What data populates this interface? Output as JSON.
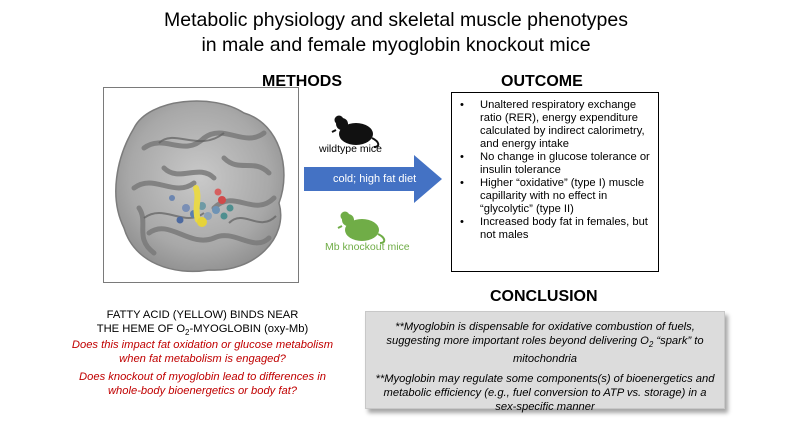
{
  "title": {
    "line1": "Metabolic physiology and skeletal muscle phenotypes",
    "line2": "in male and female myoglobin knockout mice"
  },
  "methods": {
    "heading": "METHODS",
    "wildtype_label": "wildtype mice",
    "arrow_label": "cold; high fat diet",
    "knockout_label": "Mb knockout mice",
    "caption_line1": "FATTY ACID (YELLOW) BINDS NEAR",
    "caption_line2_pre": "THE HEME OF O",
    "caption_line2_sub": "2",
    "caption_line2_post": "-MYOGLOBIN (oxy-Mb)",
    "question1": "Does this impact fat oxidation or glucose metabolism when fat metabolism is engaged?",
    "question2": "Does knockout of myoglobin lead to differences in whole-body bioenergetics or body fat?"
  },
  "outcome": {
    "heading": "OUTCOME",
    "items": [
      "Unaltered respiratory exchange ratio (RER), energy expenditure calculated by indirect calorimetry, and energy intake",
      "No change in glucose tolerance or insulin tolerance",
      "Higher “oxidative” (type I) muscle capillarity with no effect in “glycolytic” (type II)",
      "Increased body fat in females, but not males"
    ]
  },
  "conclusion": {
    "heading": "CONCLUSION",
    "p1_pre": "**Myoglobin is dispensable for oxidative combustion of fuels, suggesting more important roles beyond delivering O",
    "p1_sub": "2",
    "p1_post": " “spark” to mitochondria",
    "p2": "**Myoglobin may regulate some components(s) of bioenergetics and metabolic efficiency (e.g., fuel conversion to ATP vs. storage) in a sex-specific manner"
  },
  "colors": {
    "arrow_blue": "#4472c4",
    "knockout_green": "#70ad47",
    "question_red": "#c00000",
    "conclusion_gray": "#dcdcdc"
  }
}
